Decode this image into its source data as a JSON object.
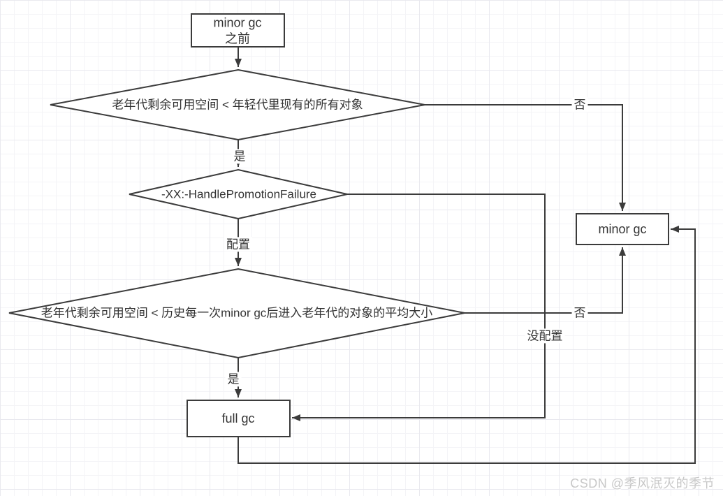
{
  "colors": {
    "stroke": "#3b3b3b",
    "text": "#333333",
    "watermark": "#c8c8c8"
  },
  "nodes": {
    "start": {
      "line1": "minor gc",
      "line2": "之前"
    },
    "decision1": {
      "label": "老年代剩余可用空间 < 年轻代里现有的所有对象"
    },
    "decision2": {
      "label": "-XX:-HandlePromotionFailure"
    },
    "decision3": {
      "label": "老年代剩余可用空间 < 历史每一次minor gc后进入老年代的对象的平均大小"
    },
    "minor_gc": {
      "label": "minor gc"
    },
    "full_gc": {
      "label": "full gc"
    }
  },
  "edge_labels": {
    "yes1": "是",
    "no1": "否",
    "configured": "配置",
    "yes2": "是",
    "no2": "否",
    "not_configured": "没配置"
  },
  "watermark": "CSDN @季风泯灭的季节"
}
